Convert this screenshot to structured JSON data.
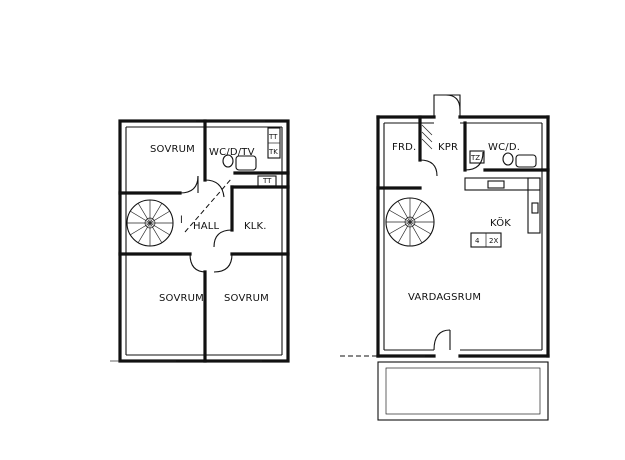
{
  "plan_left": {
    "rooms": {
      "sovrum_top": "SOVRUM",
      "wc": "WC/D/TV",
      "hall": "HALL",
      "klk": "KLK.",
      "sovrum_bottom_left": "SOVRUM",
      "sovrum_bottom_right": "SOVRUM"
    },
    "fixtures": {
      "tt": "TT",
      "tk": "TK",
      "tt2": "TT",
      "stair_mark": "l"
    }
  },
  "plan_right": {
    "rooms": {
      "frd": "FRD.",
      "kpr": "KPR",
      "wc": "WC/D.",
      "kok": "KÖK",
      "vardagsrum": "VARDAGSRUM"
    },
    "fixtures": {
      "tz": "TZ",
      "stove": "4",
      "sink": "2X"
    }
  }
}
